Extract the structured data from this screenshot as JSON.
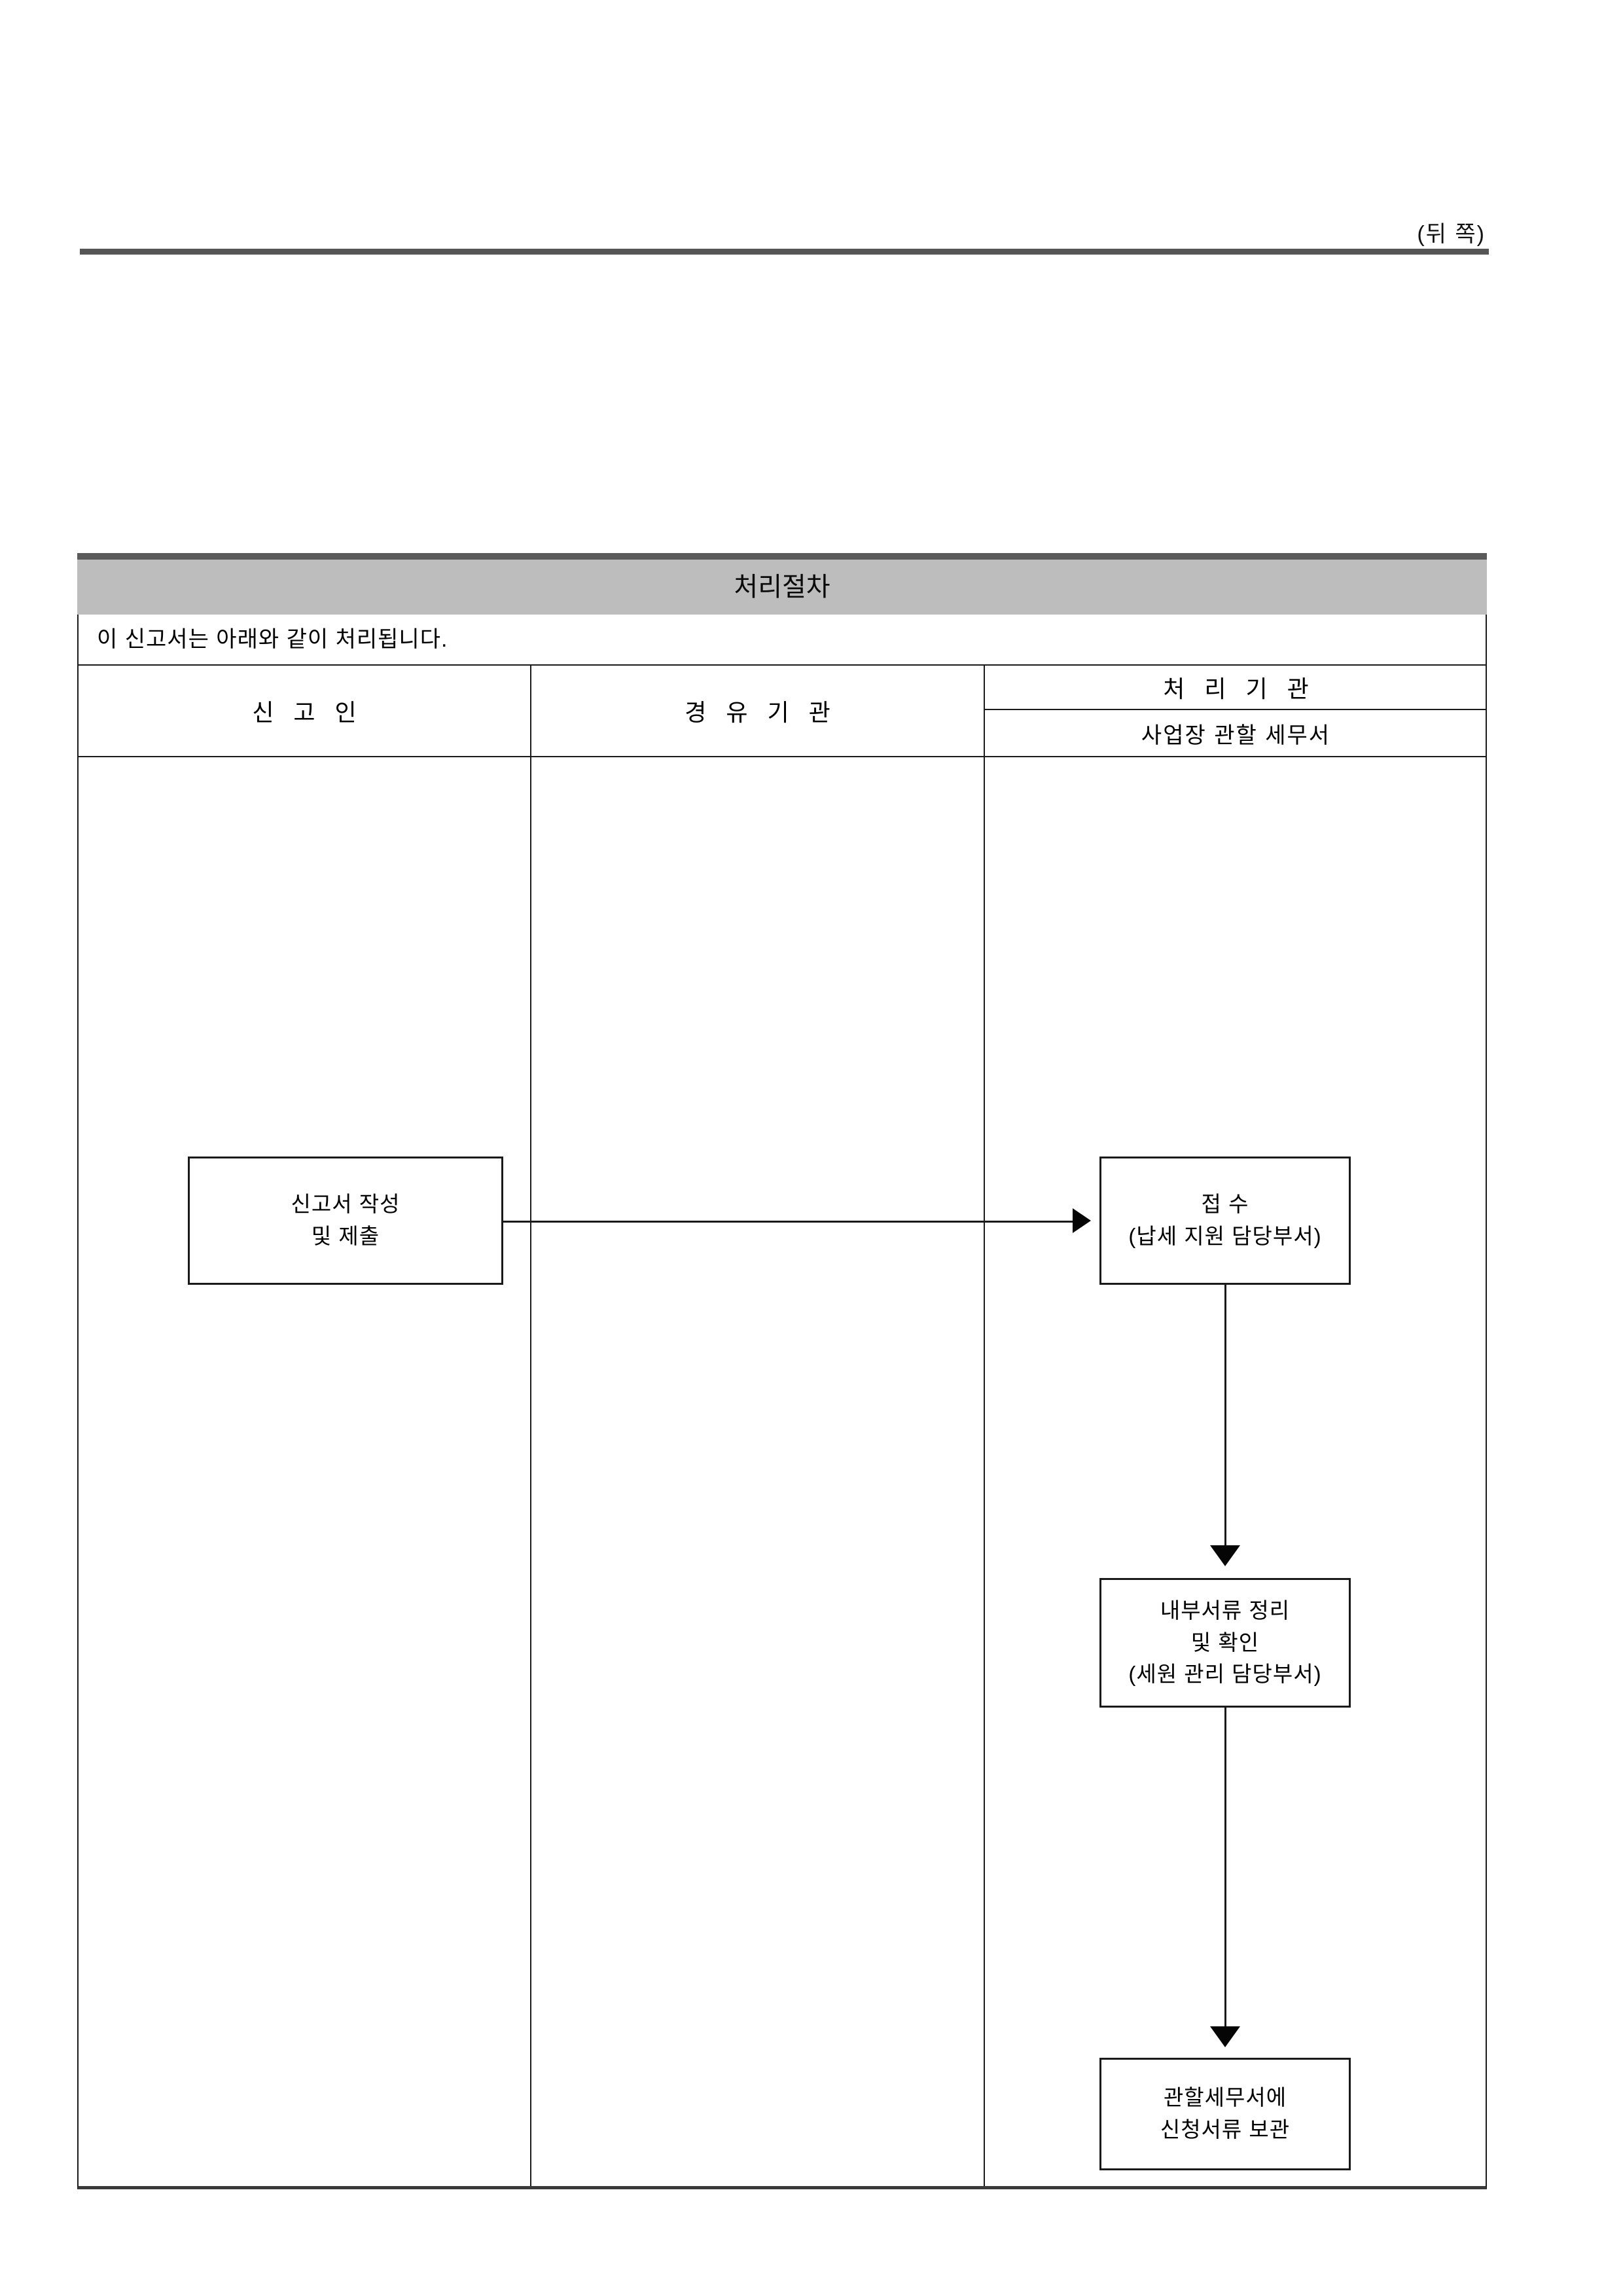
{
  "page": {
    "side_label": "(뒤 쪽)"
  },
  "table": {
    "title": "처리절차",
    "intro": "이 신고서는 아래와 같이 처리됩니다.",
    "columns": [
      {
        "label": "신  고  인"
      },
      {
        "label": "경 유 기 관"
      },
      {
        "label": "처 리 기 관",
        "sub_label": "사업장 관할 세무서"
      }
    ]
  },
  "flow": {
    "boxes": [
      {
        "id": "apply",
        "column": "신  고  인",
        "lines": [
          "신고서 작성",
          "및 제출"
        ]
      },
      {
        "id": "receive",
        "column": "처 리 기 관",
        "lines": [
          "접 수",
          "(납세 지원 담당부서)"
        ]
      },
      {
        "id": "internal",
        "column": "처 리 기 관",
        "lines": [
          "내부서류 정리",
          "및 확인",
          "(세원 관리 담당부서)"
        ]
      },
      {
        "id": "store",
        "column": "처 리 기 관",
        "lines": [
          "관할세무서에",
          "신청서류 보관"
        ]
      }
    ],
    "connectors": [
      {
        "from": "apply",
        "to": "receive",
        "direction": "right"
      },
      {
        "from": "receive",
        "to": "internal",
        "direction": "down"
      },
      {
        "from": "internal",
        "to": "store",
        "direction": "down"
      }
    ]
  },
  "colors": {
    "title_bar_fill": "#bdbdbd",
    "title_bar_top": "#5a5a5a",
    "rule": "#555555",
    "border": "#1a1a1a"
  }
}
